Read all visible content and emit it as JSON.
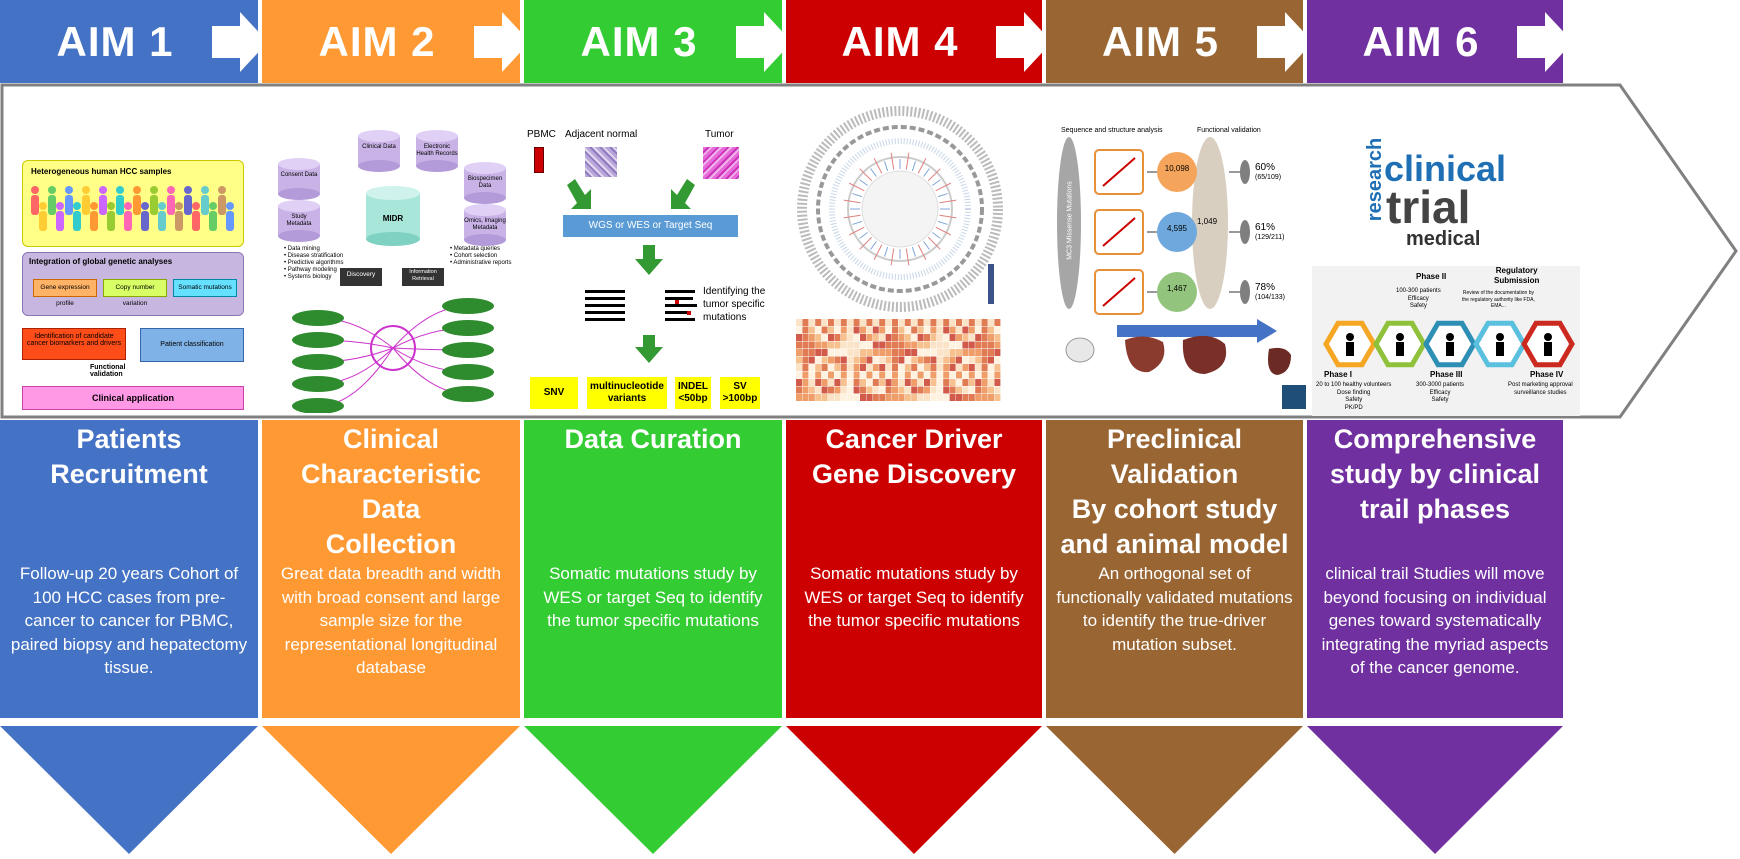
{
  "colors": {
    "aim1": "#4472C4",
    "aim2": "#FF9933",
    "aim3": "#33CC33",
    "aim4": "#CC0000",
    "aim5": "#996633",
    "aim6": "#7030A0"
  },
  "aims": [
    {
      "label": "AIM  1",
      "title": "Patients\nRecruitment",
      "desc": "Follow-up 20 years Cohort of 100 HCC cases from pre-cancer to cancer for PBMC, paired biopsy and hepatectomy tissue."
    },
    {
      "label": "AIM  2",
      "title": "Clinical\nCharacteristic Data\nCollection",
      "desc": "Great data breadth and width with broad consent and large sample size for the representational longitudinal database"
    },
    {
      "label": "AIM  3",
      "title": "Data Curation",
      "desc": "Somatic mutations study by WES or target Seq to identify the tumor specific mutations"
    },
    {
      "label": "AIM  4",
      "title": "Cancer Driver\nGene Discovery",
      "desc": "Somatic mutations study by WES or target Seq to identify the tumor specific mutations"
    },
    {
      "label": "AIM  5",
      "title": "Preclinical\nValidation\nBy cohort study\nand animal model",
      "desc": "An orthogonal set of functionally validated mutations to identify the true-driver mutation subset."
    },
    {
      "label": "AIM  6",
      "title": "Comprehensive\nstudy by clinical\ntrail phases",
      "desc": "clinical trail Studies will move beyond focusing on individual genes toward systematically integrating the myriad aspects of the cancer genome."
    }
  ],
  "panel1": {
    "title": "Heterogeneous human HCC samples",
    "integration": "Integration of global genetic analyses",
    "box1": "Gene expression profile",
    "box2": "Copy number variation",
    "box3": "Somatic mutations",
    "box4": "Identification of candidate cancer biomarkers and drivers",
    "box5": "Patient classification",
    "validation": "Functional validation",
    "app": "Clinical application"
  },
  "panel2": {
    "center": "MIDR",
    "nodes": [
      "Clinical Data",
      "Electronic Health Records",
      "Consent Data",
      "Biospecimen Data",
      "Study Metadata",
      "Omics, Imaging Metadata"
    ],
    "discovery": "Discovery",
    "retrieval": "Information Retrieval",
    "list_left": [
      "• Data mining",
      "• Disease stratification",
      "• Predictive algorithms",
      "• Pathway modeling",
      "• Systems biology"
    ],
    "list_right": [
      "• Metadata queries",
      "• Cohort selection",
      "• Administrative reports"
    ]
  },
  "panel3": {
    "pbmc": "PBMC",
    "adjacent": "Adjacent normal",
    "tumor": "Tumor",
    "seq": "WGS or WES or Target Seq",
    "identify": "Identifying the tumor specific mutations",
    "tags": [
      "SNV",
      "multinucleotide variants",
      "INDEL <50bp",
      "SV >100bp"
    ]
  },
  "panel5": {
    "head1": "Sequence and structure analysis",
    "head2": "Functional validation",
    "side": "MC3 Missense Mutations",
    "counts": [
      "10,098",
      "4,595",
      "1,467"
    ],
    "mid": "1,049",
    "pcts": [
      "60%",
      "61%",
      "78%"
    ],
    "fracs": [
      "(65/109)",
      "(129/211)",
      "(104/133)"
    ]
  },
  "panel6": {
    "words": [
      "clinical",
      "trial",
      "medical",
      "research"
    ],
    "phase2": "Phase II",
    "phase2_desc": "100-300 patients\nEfficacy\nSafety",
    "reg": "Regulatory\nSubmission",
    "reg_desc": "Review of the documentation by\nthe regulatory authority like FDA,\nEMA...",
    "phase1": "Phase I",
    "phase1_desc": "20 to 100 healthy volunteers\nDose finding\nSafety\nPK/PD",
    "phase3": "Phase III",
    "phase3_desc": "300-3000 patients\nEfficacy\nSafety",
    "phase4": "Phase IV",
    "phase4_desc": "Post marketing approval\nsurveillance studies"
  }
}
